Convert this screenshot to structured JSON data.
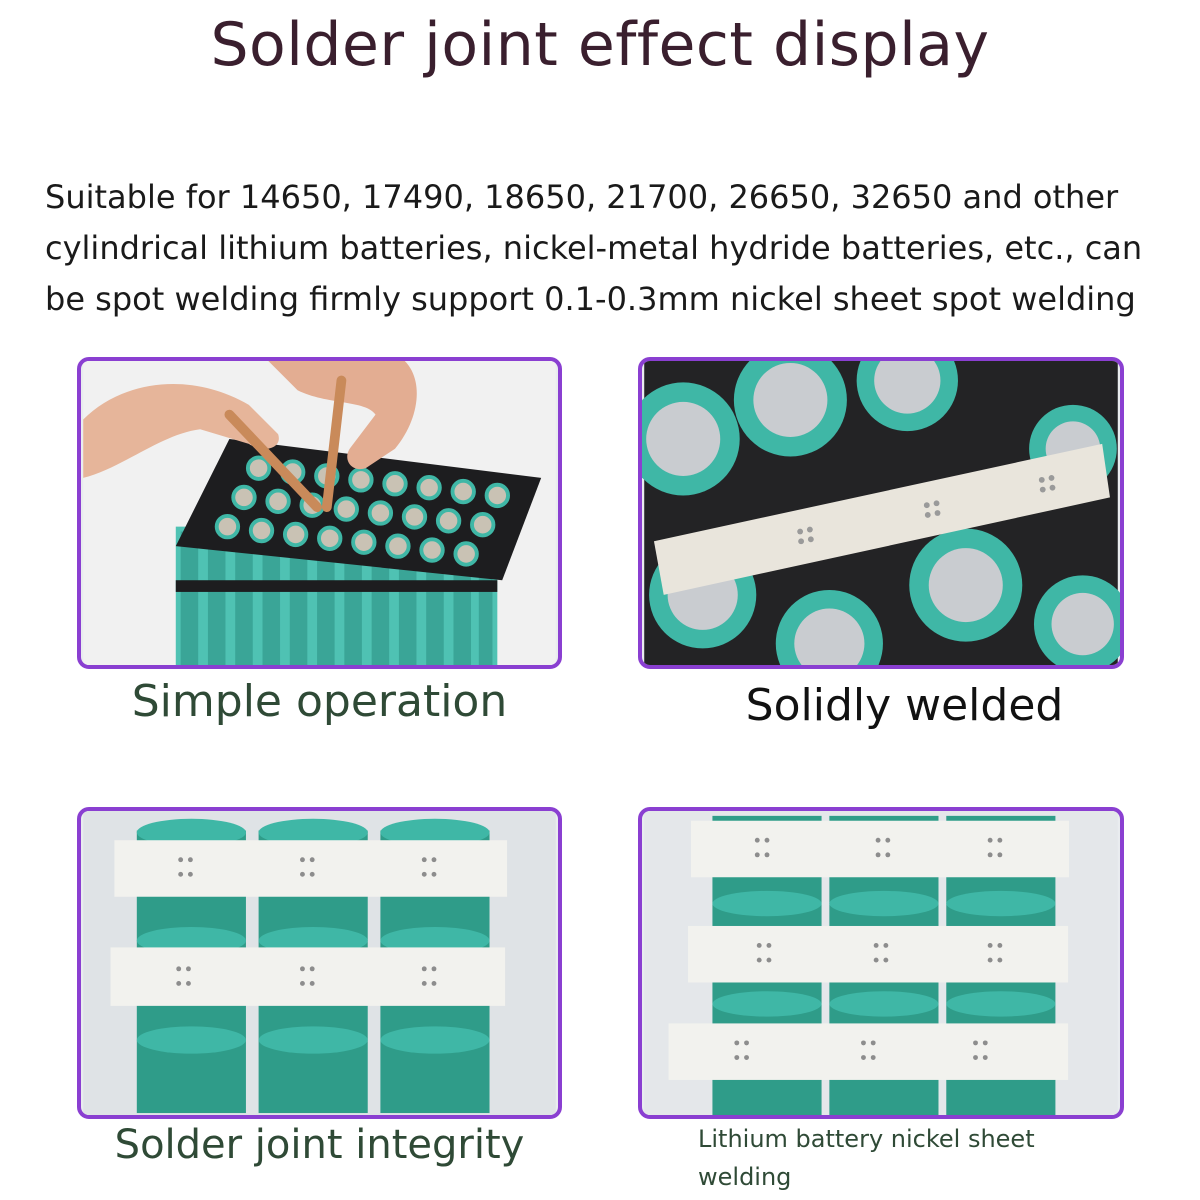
{
  "title": "Solder joint effect display",
  "description": "Suitable for 14650, 17490, 18650, 21700, 26650, 32650 and other cylindrical lithium batteries, nickel-metal hydride batteries, etc., can be spot welding firmly support 0.1-0.3mm nickel sheet spot welding",
  "panels": [
    {
      "caption": "Simple operation"
    },
    {
      "caption": "Solidly welded"
    },
    {
      "caption": "Solder joint integrity"
    },
    {
      "caption": "Lithium battery nickel sheet welding"
    }
  ],
  "colors": {
    "frame": "#8a3fd1",
    "battery_teal": "#3fb7a6",
    "battery_dark": "#2c8f7f",
    "nickel_strip": "#f2f2ee",
    "holder": "#1d1d1f"
  }
}
